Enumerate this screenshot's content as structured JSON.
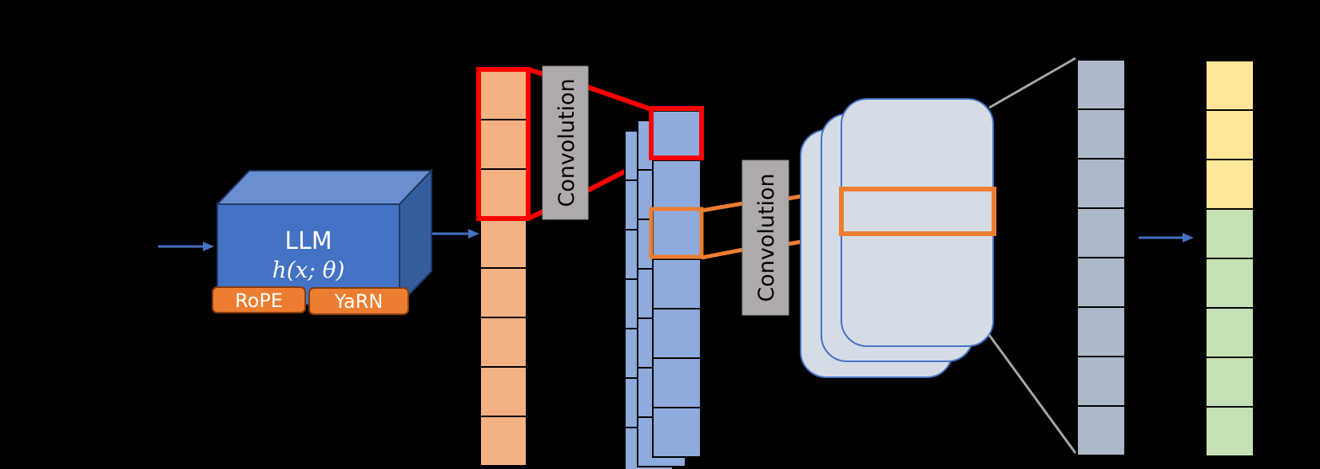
{
  "diagram": {
    "background": "#000000",
    "llm_block": {
      "title": "LLM",
      "formula": "h(x; θ)",
      "color_front": "#4472C4",
      "color_top": "#6A8FD0",
      "color_side": "#355E9F",
      "modules": [
        {
          "label": "RoPE",
          "color": "#ED7D31"
        },
        {
          "label": "YaRN",
          "color": "#ED7D31"
        }
      ]
    },
    "hidden_state_column": {
      "cells": 8,
      "color": "#F4B183",
      "highlighted_cells": 3,
      "highlight_color": "#FF0000"
    },
    "convolution_1": {
      "label": "Convolution",
      "color": "#AEAAAA"
    },
    "feature_maps_1": {
      "layers": 3,
      "cells_per_layer": 7,
      "color": "#8FAADC",
      "highlight_red_cell": 1,
      "highlight_orange_cell": 3
    },
    "convolution_2": {
      "label": "Convolution",
      "color": "#AEAAAA"
    },
    "feature_maps_2": {
      "layers": 3,
      "color": "#D6DCE5",
      "border": "#4472C4",
      "highlight_color": "#ED7D31"
    },
    "pooled_column": {
      "cells": 8,
      "color": "#ADB9CA"
    },
    "output_column": {
      "cells": 8,
      "segments": [
        {
          "count": 3,
          "color": "#FFE699"
        },
        {
          "count": 5,
          "color": "#C5E0B4"
        }
      ]
    },
    "arrow_color": "#4472C4",
    "connector_gray": "#A6A6A6"
  }
}
